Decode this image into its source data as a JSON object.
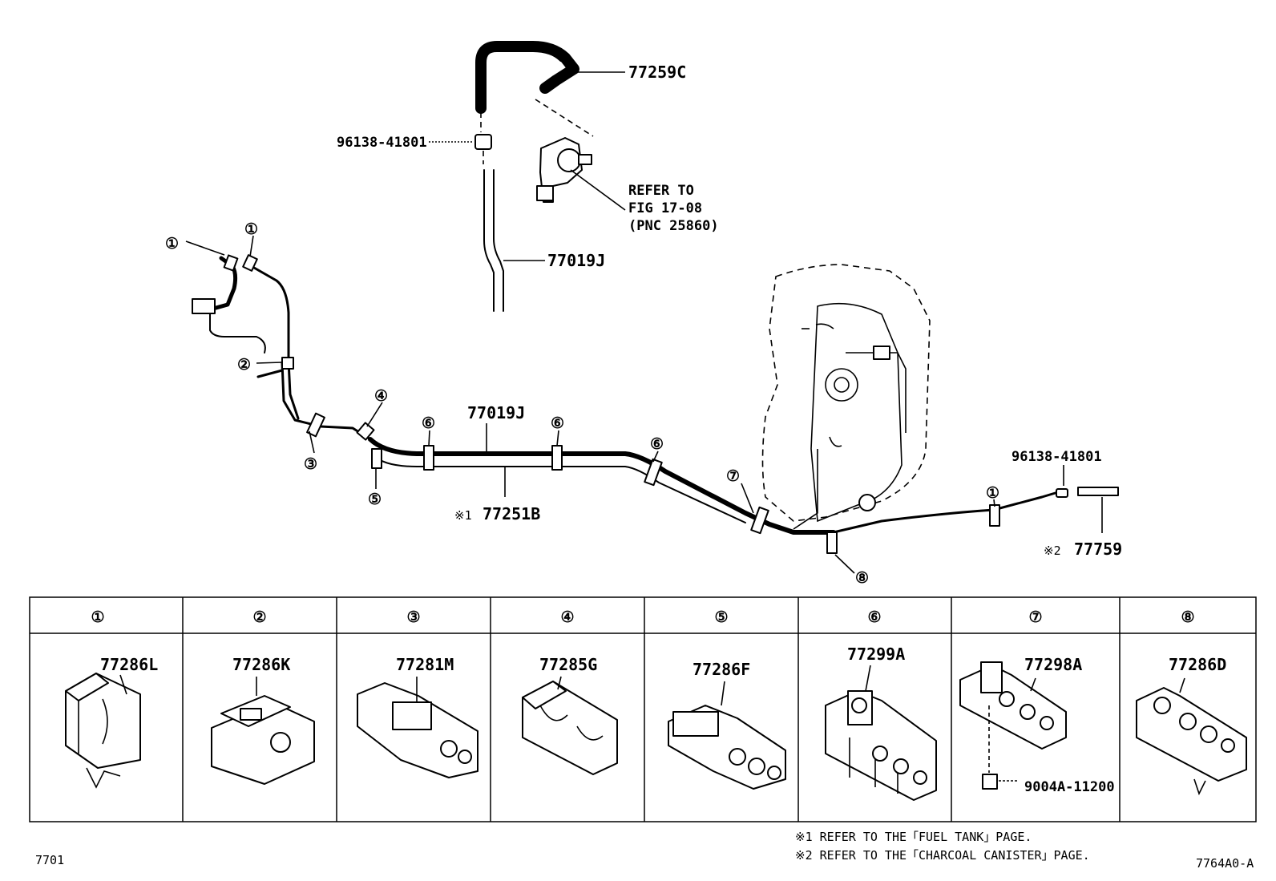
{
  "parts": {
    "hose_top": "77259C",
    "clamp_top": "96138-41801",
    "refer_line1": "REFER TO",
    "refer_line2": "FIG 17-08",
    "refer_line3": "(PNC 25860)",
    "tube_vertical": "77019J",
    "tube_main": "77019J",
    "tube_return_mark": "※1",
    "tube_return": "77251B",
    "clamp_right": "96138-41801",
    "canister_mark": "※2",
    "canister_pipe": "77759",
    "bolt": "9004A-11200"
  },
  "callout_markers": [
    "①",
    "①",
    "①",
    "②",
    "③",
    "④",
    "⑤",
    "⑥",
    "⑥",
    "⑥",
    "⑦",
    "⑧"
  ],
  "clamp_table": {
    "headers": [
      "①",
      "②",
      "③",
      "④",
      "⑤",
      "⑥",
      "⑦",
      "⑧"
    ],
    "part_numbers": [
      "77286L",
      "77286K",
      "77281M",
      "77285G",
      "77286F",
      "77299A",
      "77298A",
      "77286D"
    ]
  },
  "notes": {
    "note1": "※1 REFER TO THE「FUEL TANK」PAGE.",
    "note2": "※2 REFER TO THE「CHARCOAL CANISTER」PAGE."
  },
  "footer": {
    "left_code": "7701",
    "right_code": "7764A0-A"
  }
}
